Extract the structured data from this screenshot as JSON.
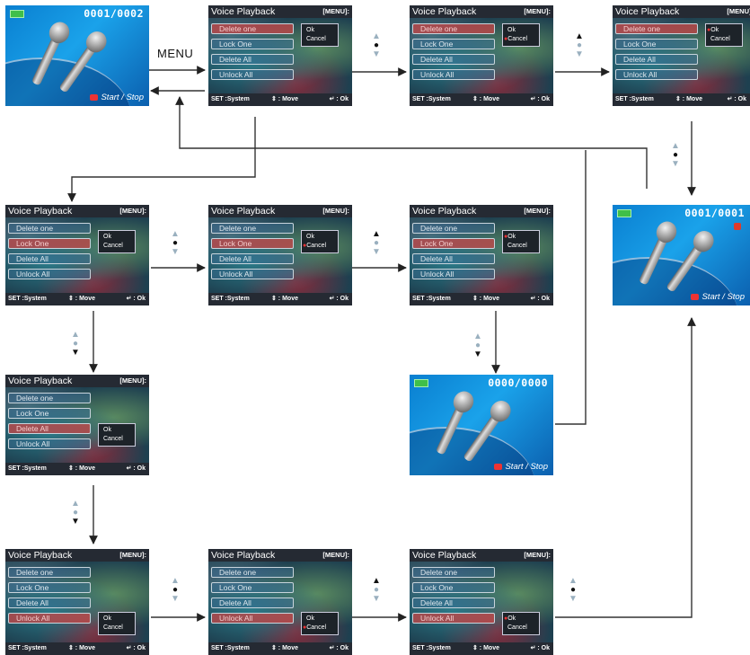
{
  "menu_label": "MENU",
  "menu_screen": {
    "title": "Voice Playback",
    "menu_key": "[MENU]:",
    "items": [
      "Delete one",
      "Lock One",
      "Delete All",
      "Unlock All"
    ],
    "popup": [
      "Ok",
      "Cancel"
    ],
    "bottom": [
      "SET :System",
      "⇕ : Move",
      "↵ : Ok"
    ]
  },
  "playback_screens": [
    {
      "id": "start",
      "count": "0001/0002",
      "footer": "Start / Stop"
    },
    {
      "id": "locked",
      "count": "0001/0001",
      "footer": "Start / Stop"
    },
    {
      "id": "empty",
      "count": "0000/0000",
      "footer": "Start / Stop"
    }
  ],
  "colors": {
    "accent_red": "#d84444",
    "screen_blue": "#1aa2ea",
    "menu_dark": "#252a33"
  }
}
